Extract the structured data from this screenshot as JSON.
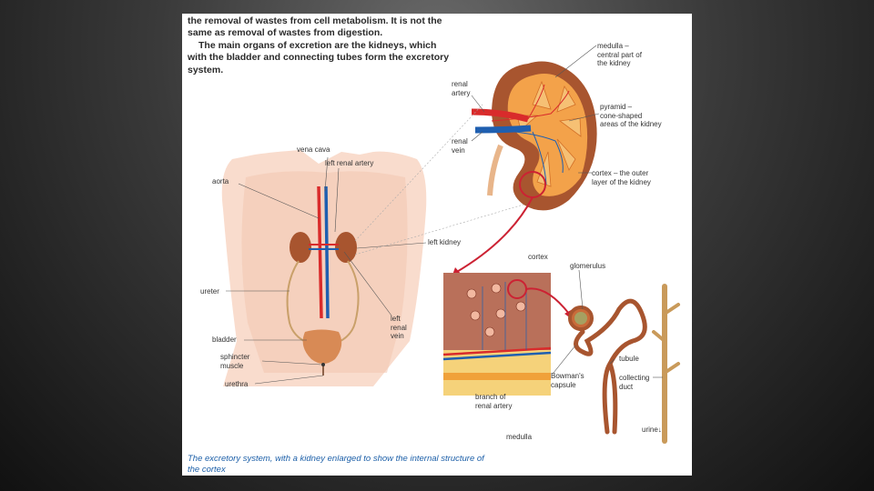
{
  "intro": {
    "para1": "the removal of wastes from cell metabolism. It is not the same as removal of wastes from digestion.",
    "para2": "The main organs of excretion are the kidneys, which with the bladder and connecting tubes form the excretory system."
  },
  "labels": {
    "medulla": "medulla –\ncentral part of\nthe kidney",
    "renal_artery": "renal\nartery",
    "pyramid": "pyramid –\ncone-shaped\nareas of the kidney",
    "renal_vein": "renal\nvein",
    "cortex_outer": "cortex – the outer\nlayer of the kidney",
    "vena_cava": "vena cava",
    "left_renal_artery": "left renal artery",
    "aorta": "aorta",
    "left_kidney": "left kidney",
    "ureter": "ureter",
    "left_renal_vein": "left\nrenal\nvein",
    "bladder": "bladder",
    "sphincter": "sphincter\nmuscle",
    "urethra": "urethra",
    "cortex": "cortex",
    "glomerulus": "glomerulus",
    "tubule": "tubule",
    "bowmans": "Bowman's\ncapsule",
    "collecting_duct": "collecting\nduct",
    "branch": "branch of\nrenal artery",
    "urine": "urine↓",
    "medulla_bottom": "medulla"
  },
  "caption": "The excretory system, with a kidney enlarged to show the internal structure of the cortex",
  "colors": {
    "artery": "#d92b2b",
    "vein": "#1f5fb0",
    "kidney": "#a8552f",
    "skin": "#f7d3c0",
    "arrow": "#cc2233",
    "caption": "#1c5fa8"
  }
}
